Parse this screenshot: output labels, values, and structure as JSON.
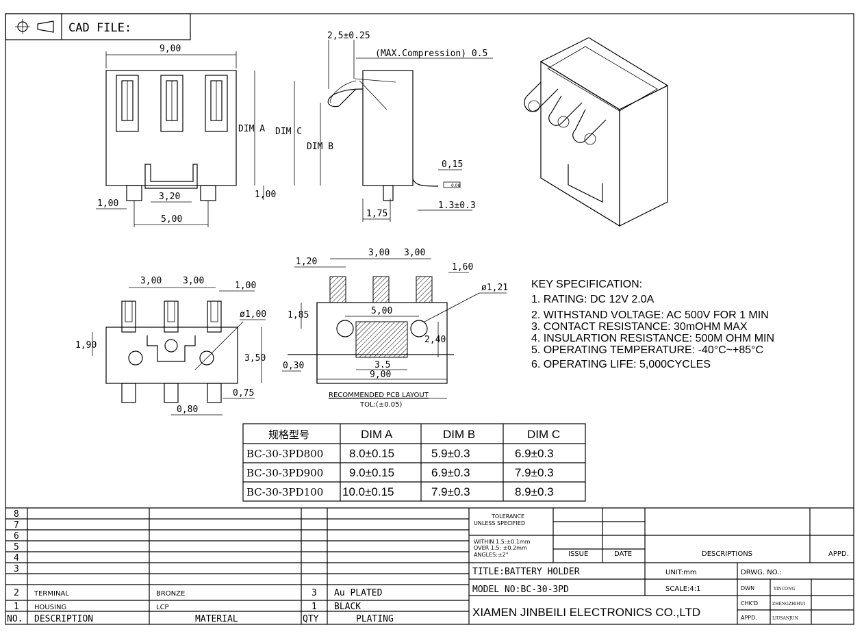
{
  "header": {
    "cad_label": "CAD FILE:"
  },
  "front_view": {
    "width": "9,00",
    "dim_a": "DIM A",
    "pitch": "3,20",
    "left_offset": "1,00",
    "right_offset": "1,00",
    "span": "5,00"
  },
  "side_view": {
    "lead": "2,5±0.25",
    "compression": "(MAX.Compression) 0.5",
    "dim_c": "DIM C",
    "dim_b": "DIM B",
    "thickness": "0,15",
    "flatness": "0.08",
    "foot": "1.3±0.3",
    "width": "1,75"
  },
  "bottom_view": {
    "pitch1": "3,00",
    "pitch2": "3,00",
    "pin_w": "1,00",
    "hole": "ø1,00",
    "height_left": "1,90",
    "height": "3,50",
    "pin_len": "0,75",
    "pin_gap": "0,80"
  },
  "pcb": {
    "pad_w": "1,20",
    "pitch1": "3,00",
    "pitch2": "3,00",
    "pad_h": "1,60",
    "hole": "ø1,21",
    "hole_spacing": "5,00",
    "offset": "1,85",
    "height": "2,40",
    "edge": "0,30",
    "center_w": "3.5",
    "total_w": "9,00",
    "title": "RECOMMENDED PCB LAYOUT",
    "tolerance": "TOL:(±0.05)"
  },
  "spec": {
    "title": "KEY SPECIFICATION:",
    "items": [
      "1. RATING: DC 12V 2.0A",
      "2. WITHSTAND VOLTAGE: AC 500V FOR 1 MIN",
      "3. CONTACT RESISTANCE: 30mOHM MAX",
      "4. INSULARTION RESISTANCE: 500M OHM MIN",
      "5. OPERATING TEMPERATURE: -40°C~+85°C",
      "6. OPERATING LIFE: 5,000CYCLES"
    ]
  },
  "dim_table": {
    "headers": [
      "规格型号",
      "DIM A",
      "DIM B",
      "DIM C"
    ],
    "rows": [
      [
        "BC-30-3PD800",
        "8.0±0.15",
        "5.9±0.3",
        "6.9±0.3"
      ],
      [
        "BC-30-3PD900",
        "9.0±0.15",
        "6.9±0.3",
        "7.9±0.3"
      ],
      [
        "BC-30-3PD100",
        "10.0±0.15",
        "7.9±0.3",
        "8.9±0.3"
      ]
    ]
  },
  "bom": {
    "row_numbers": [
      "8",
      "7",
      "6",
      "5",
      "4",
      "3"
    ],
    "rows": [
      {
        "no": "2",
        "desc": "TERMINAL",
        "material": "BRONZE",
        "qty": "3",
        "plating": "Au PLATED"
      },
      {
        "no": "1",
        "desc": "HOUSING",
        "material": "LCP",
        "qty": "1",
        "plating": "BLACK"
      }
    ],
    "headers": {
      "no": "NO.",
      "desc": "DESCRIPTION",
      "material": "MATERIAL",
      "qty": "QTY",
      "plating": "PLATING"
    }
  },
  "title_block": {
    "tolerance_title": "TOLERANCE",
    "tolerance_sub": "UNLESS SPECIFIED",
    "tol1": "WITHIN 1.5:±0.1mm",
    "tol2": "OVER 1.5: ±0.2mm",
    "tol3": "ANGLES:±2°",
    "issue": "ISSUE",
    "date": "DATE",
    "description": "DESCRIPTIONS",
    "appd": "APPD.",
    "title": "TITLE:BATTERY HOLDER",
    "unit": "UNIT:mm",
    "drwg": "DRWG. NO.:",
    "model": "MODEL NO:BC-30-3PD",
    "scale": "SCALE:4:1",
    "dwn": "DWN",
    "dwn_name": "YINCONG",
    "chkd": "CHK'D",
    "chkd_name": "ZHENGZHIHUI",
    "appd2": "APPD.",
    "appd_name": "LIUSANJUN",
    "company": "XIAMEN JINBEILI ELECTRONICS CO.,LTD"
  }
}
